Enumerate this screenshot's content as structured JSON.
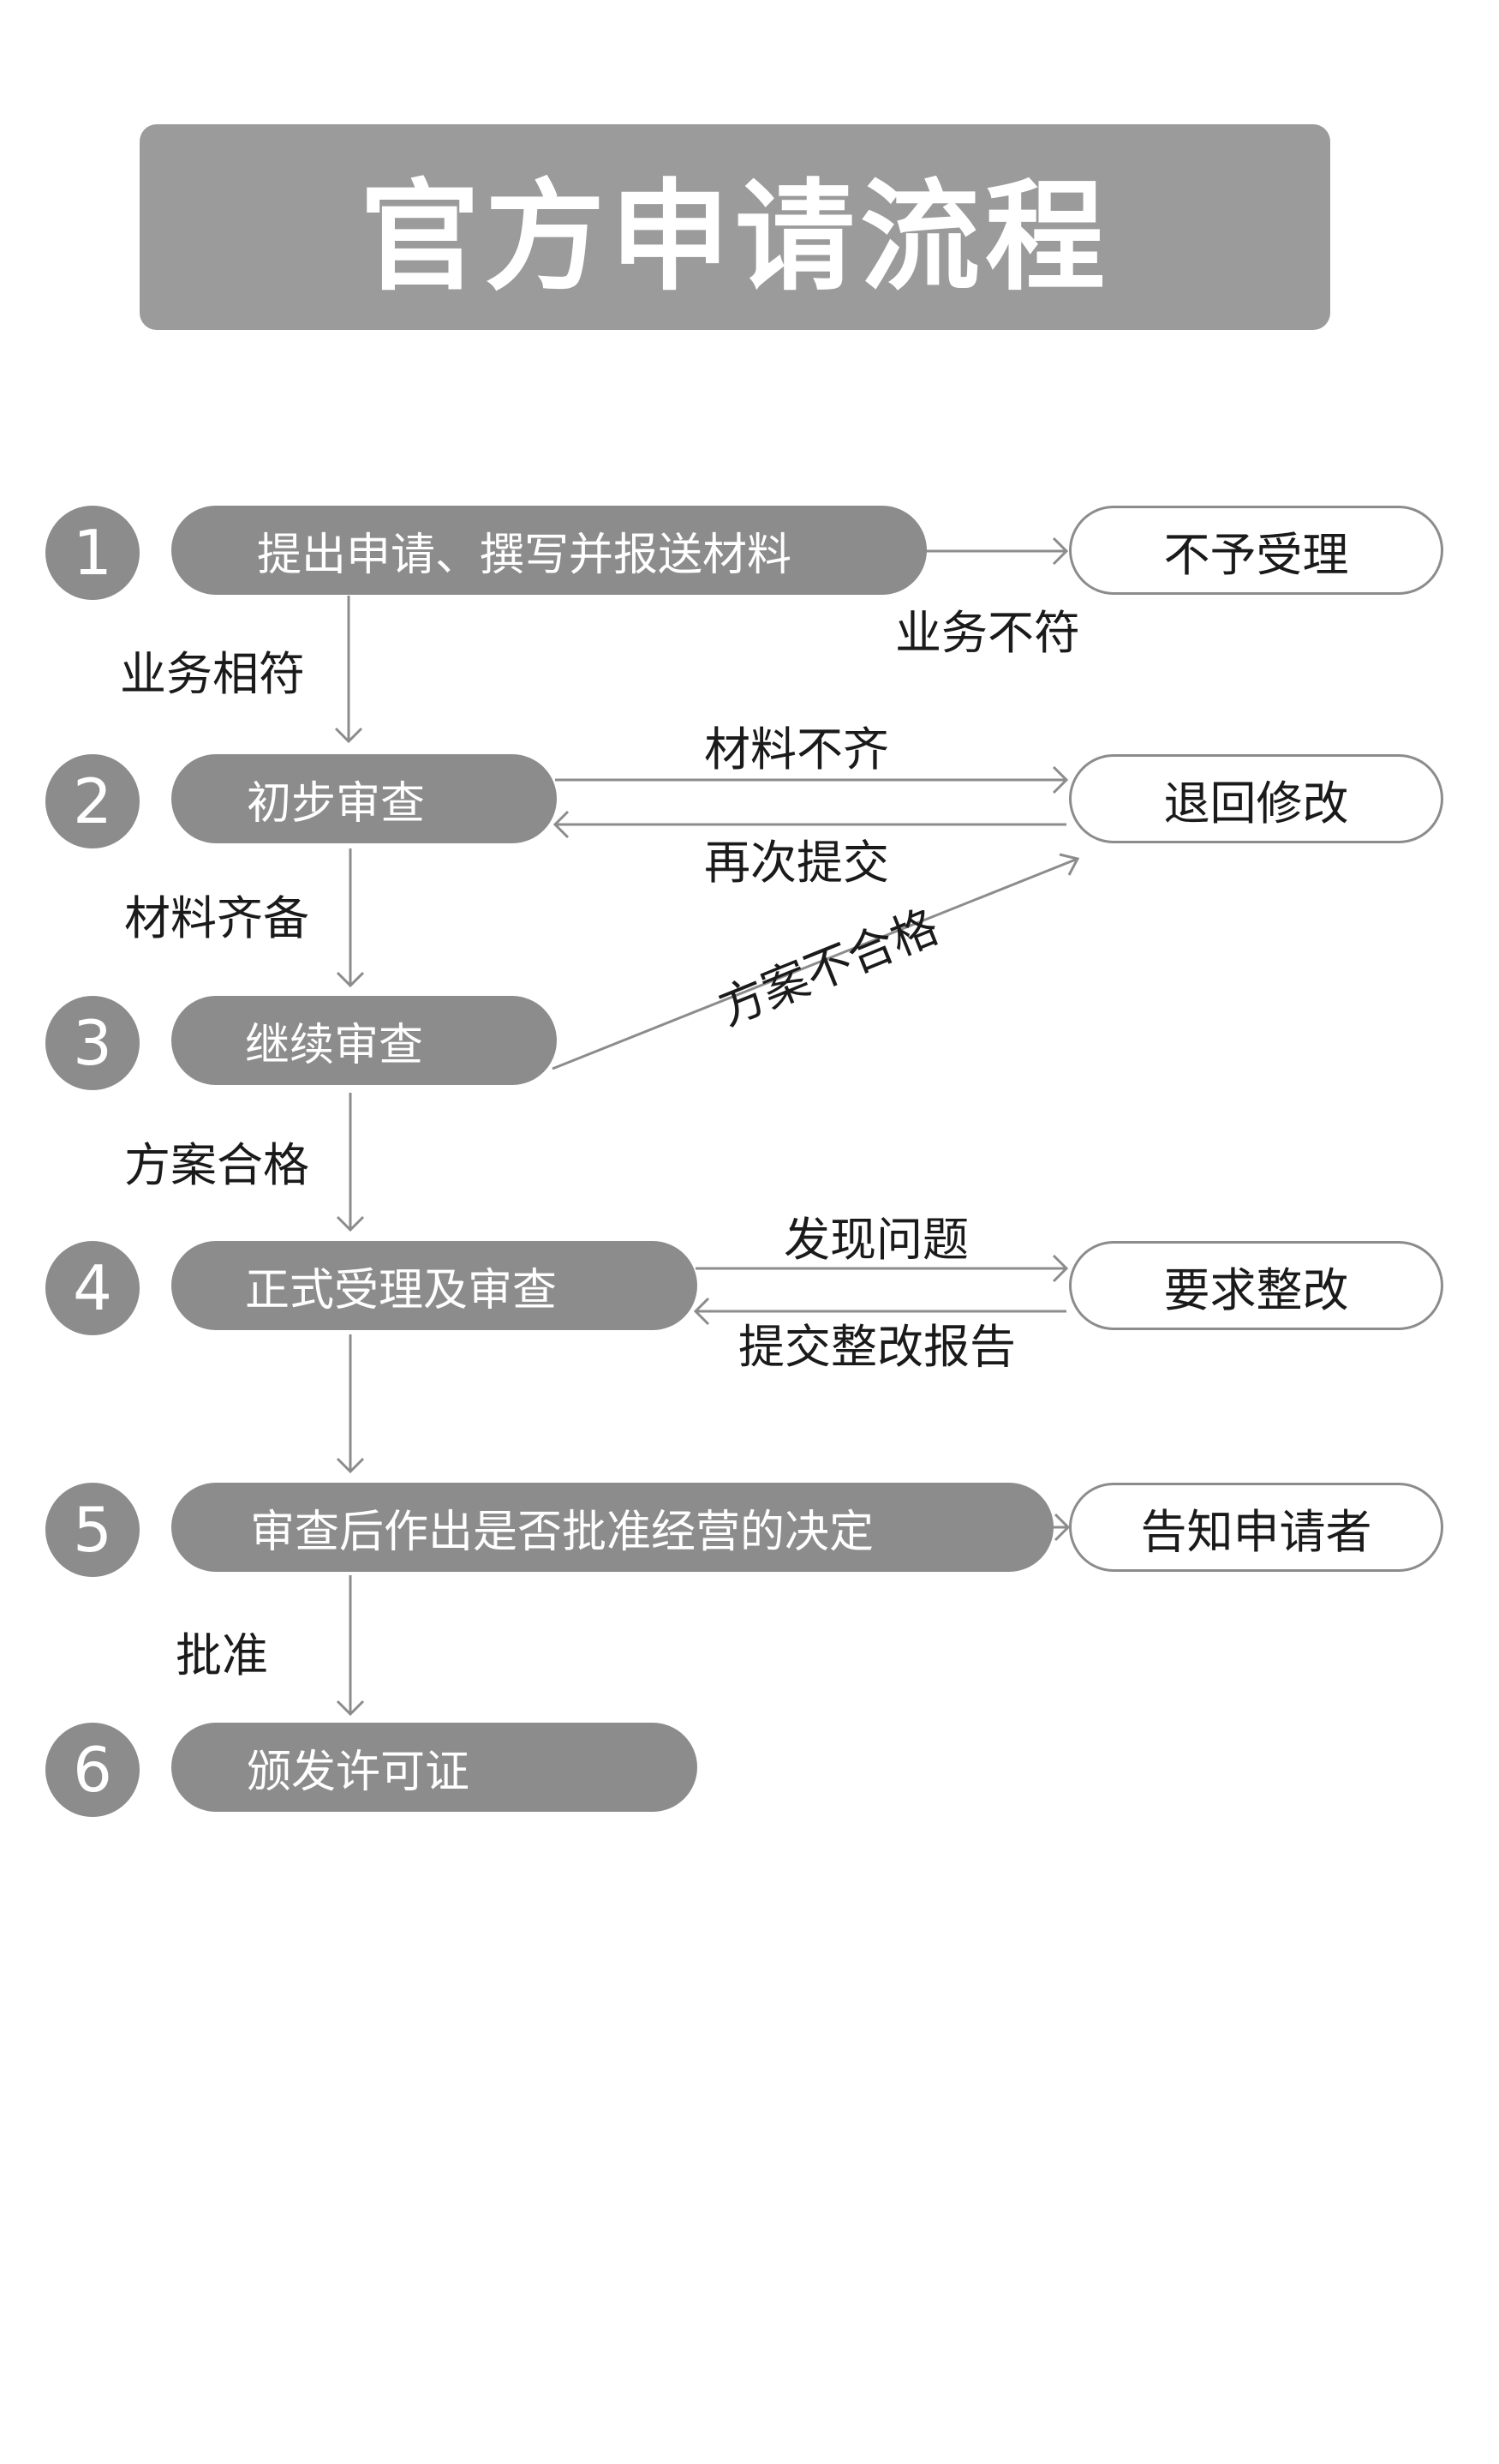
{
  "title": "官方申请流程",
  "steps": [
    {
      "num": "1",
      "label": "提出申请、撰写并报送材料"
    },
    {
      "num": "2",
      "label": "初步审查"
    },
    {
      "num": "3",
      "label": "继续审查"
    },
    {
      "num": "4",
      "label": "正式受理及审查"
    },
    {
      "num": "5",
      "label": "审查后作出是否批准经营的决定"
    },
    {
      "num": "6",
      "label": "颁发许可证"
    }
  ],
  "side_boxes": {
    "reject": "不予受理",
    "return": "退回修改",
    "rectify": "要求整改",
    "notify": "告知申请者"
  },
  "down_labels": {
    "s1_s2": "业务相符",
    "s2_s3": "材料齐备",
    "s3_s4": "方案合格",
    "s5_s6": "批准"
  },
  "side_labels": {
    "mismatch": "业务不符",
    "incomplete": "材料不齐",
    "resubmit": "再次提交",
    "plan_fail": "方案不合格",
    "problem": "发现问题",
    "submit_report": "提交整改报告"
  }
}
